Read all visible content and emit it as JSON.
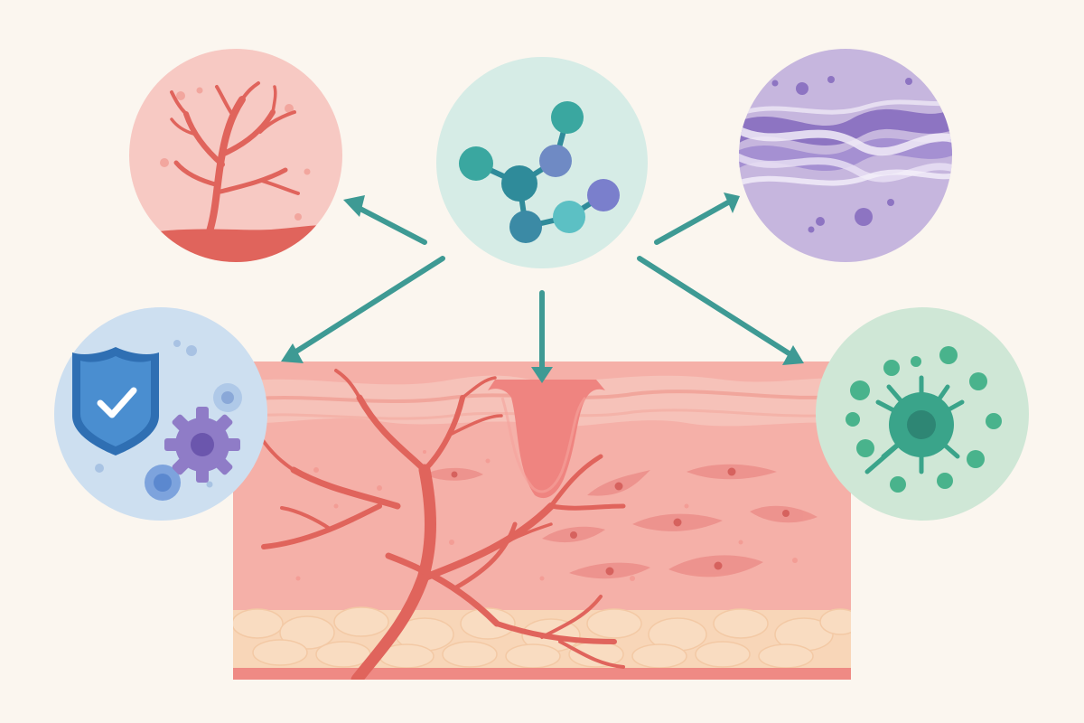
{
  "colors": {
    "background": "#fbf6ef",
    "arrow": "#3e9a94",
    "vessel": "#e0645c",
    "tissue": "#f5b2aa",
    "epidermis": "#f6c2b9",
    "fat": "#f8d6b8",
    "fibroblast": "#ec8f8a"
  },
  "nodes": {
    "center": {
      "name": "molecule",
      "icon": "molecule-icon",
      "fill": "#d6ece6"
    },
    "top_left": {
      "name": "angiogenesis",
      "icon": "blood-vessel-icon",
      "fill": "#f7c9c3"
    },
    "top_right": {
      "name": "collagen",
      "icon": "collagen-fiber-icon",
      "fill": "#c6b6de"
    },
    "bottom_left": {
      "name": "immune-protection",
      "icon": "shield-check-icon",
      "fill": "#cddff0"
    },
    "bottom_right": {
      "name": "cell-signaling",
      "icon": "immune-cell-icon",
      "fill": "#cfe7d6"
    }
  },
  "tissue_block": {
    "name": "skin-cross-section",
    "feature": "wound-indentation"
  }
}
